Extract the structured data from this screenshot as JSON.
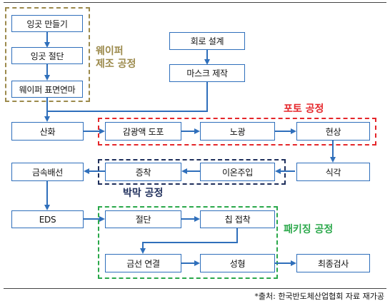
{
  "steps": {
    "ingot_make": "잉곳 만들기",
    "ingot_cut": "잉곳 절단",
    "wafer_polish": "웨이퍼 표면연마",
    "circuit_design": "회로 설계",
    "mask_make": "마스크 제작",
    "oxidation": "산화",
    "photoresist": "감광액 도포",
    "exposure": "노광",
    "develop": "현상",
    "etch": "식각",
    "ion_implant": "이온주입",
    "deposition": "증착",
    "metallization": "금속배선",
    "eds": "EDS",
    "dicing": "절단",
    "die_attach": "칩 접착",
    "wire_bond": "금선 연결",
    "molding": "성형",
    "final_test": "최종검사"
  },
  "groups": {
    "wafer": {
      "label": "웨이퍼\n제조 공정",
      "color": "#9c8a4c"
    },
    "photo": {
      "label": "포토 공정",
      "color": "#e5262a"
    },
    "film": {
      "label": "박막 공정",
      "color": "#1f2f5c"
    },
    "pack": {
      "label": "패키징 공정",
      "color": "#2aa84a"
    }
  },
  "box_color": "#2f6fbb",
  "source": "*출처: 한국반도체산업협회 자료 재가공"
}
